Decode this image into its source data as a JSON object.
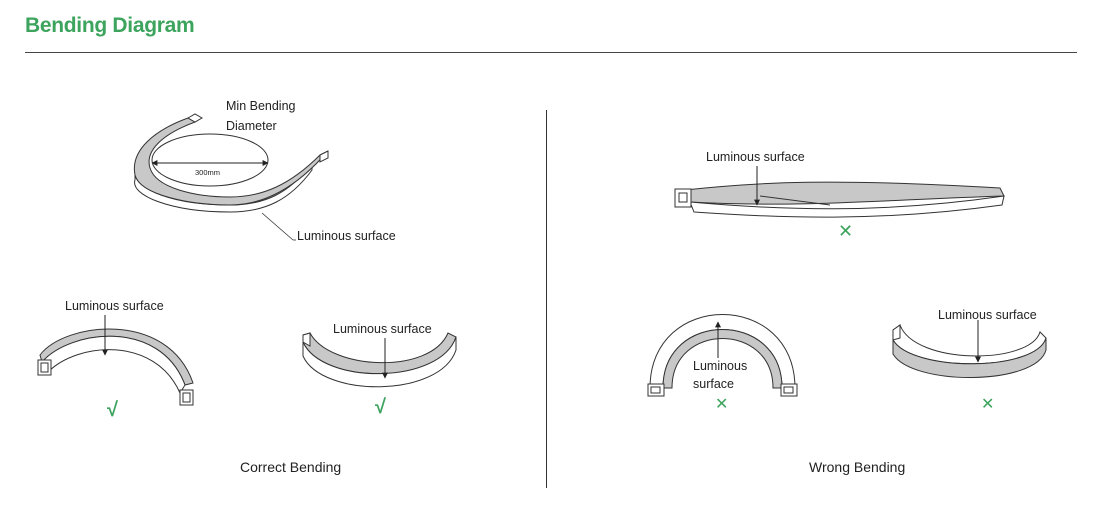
{
  "header": {
    "title": "Bending Diagram"
  },
  "top_figure": {
    "min_bending_label_1": "Min Bending",
    "min_bending_label_2": "Diameter",
    "diameter_value": "300mm",
    "surface_label": "Luminous surface"
  },
  "correct": {
    "caption": "Correct Bending",
    "left_label": "Luminous surface",
    "right_label": "Luminous surface",
    "mark": "√"
  },
  "wrong": {
    "caption": "Wrong Bending",
    "twist_label": "Luminous surface",
    "arch_label_1": "Luminous",
    "arch_label_2": "surface",
    "bowl_label": "Luminous surface",
    "mark": "✕"
  },
  "colors": {
    "accent": "#3da45e",
    "surface_fill": "#c8c8c8",
    "outline": "#333333"
  }
}
